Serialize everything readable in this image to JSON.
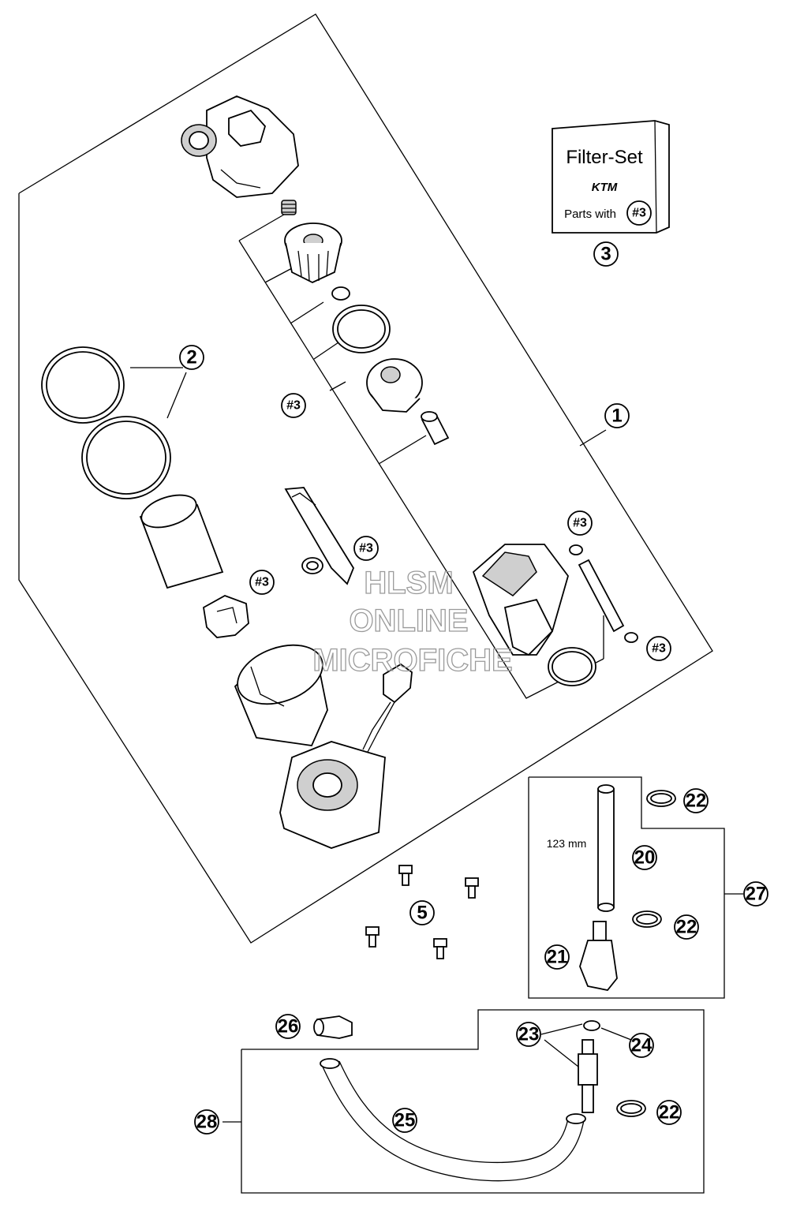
{
  "diagram": {
    "filter_box": {
      "title": "Filter-Set",
      "brand": "KTM",
      "subtitle": "Parts with",
      "ref": "#3"
    },
    "callouts": [
      "1",
      "2",
      "3",
      "5",
      "20",
      "21",
      "22",
      "23",
      "24",
      "25",
      "26",
      "27",
      "28"
    ],
    "ref_tags": [
      "#3"
    ],
    "dimension_label": "123 mm",
    "watermark": [
      "HLSM",
      "ONLINE",
      "MICROFICHE"
    ]
  }
}
